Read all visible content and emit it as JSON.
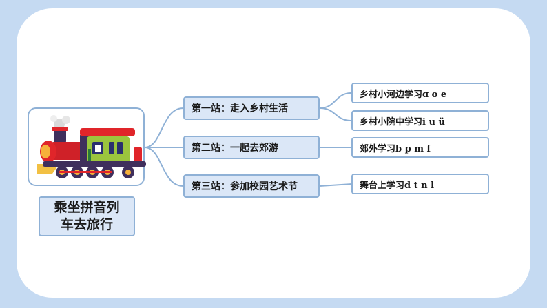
{
  "title": "乘坐拼音列车去旅行",
  "stations": [
    {
      "label": "第一站：走入乡村生活",
      "stops": [
        "乡村小河边学习ɑ o e",
        "乡村小院中学习i u ü"
      ]
    },
    {
      "label": "第二站：一起去郊游",
      "stops": [
        "郊外学习b p m f"
      ]
    },
    {
      "label": "第三站：参加校园艺术节",
      "stops": [
        "舞台上学习d t n l"
      ]
    }
  ],
  "colors": {
    "background": "#c5daf2",
    "card": "#ffffff",
    "node_fill": "#dbe7f7",
    "node_border": "#8fb1d6"
  },
  "icons": [
    "train-illustration"
  ]
}
